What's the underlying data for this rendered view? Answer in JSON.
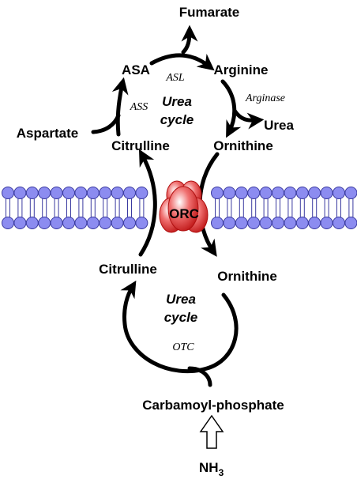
{
  "metabolites": {
    "fumarate": "Fumarate",
    "asa": "ASA",
    "arginine": "Arginine",
    "aspartate": "Aspartate",
    "urea": "Urea",
    "citrulline_top": "Citrulline",
    "ornithine_top": "Ornithine",
    "citrulline_bottom": "Citrulline",
    "ornithine_bottom": "Ornithine",
    "carbamoyl_phosphate": "Carbamoyl-phosphate",
    "nh3_base": "NH",
    "nh3_sub": "3"
  },
  "enzymes": {
    "asl": "ASL",
    "ass": "ASS",
    "arginase": "Arginase",
    "otc": "OTC"
  },
  "cycles": {
    "top_line1": "Urea",
    "top_line2": "cycle",
    "bottom_line1": "Urea",
    "bottom_line2": "cycle"
  },
  "transporter": {
    "label": "ORC"
  },
  "colors": {
    "membrane_head": "#8c8cf0",
    "membrane_head_stroke": "#3a3aa0",
    "transporter": "#e83a3a",
    "arrow": "#000000"
  }
}
